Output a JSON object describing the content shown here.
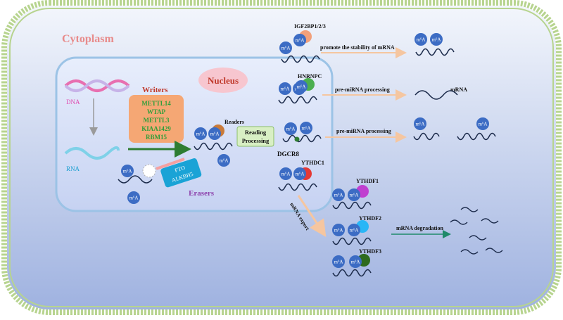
{
  "regions": {
    "cytoplasm": "Cytoplasm",
    "nucleus": "Nucleus"
  },
  "nucleus_panel": {
    "dna_label": "DNA",
    "rna_label": "RNA",
    "writers_title": "Writers",
    "writers": [
      "METTL14",
      "WTAP",
      "METTL3",
      "KIAA1429",
      "RBM15"
    ],
    "erasers_title": "Erasers",
    "erasers": [
      "FTO",
      "ALKBH5"
    ],
    "readers_label": "Readers",
    "reading_box": [
      "Reading",
      "Processing"
    ]
  },
  "modification": "m⁶A",
  "nuclear_readers": {
    "hnrnpc": "HNRNPC",
    "dgcr8": "DGCR8",
    "ythdc1": "YTHDC1"
  },
  "cytoplasmic_readers": {
    "igf2bp": "IGF2BP1/2/3",
    "ythdf1": "YTHDF1",
    "ythdf2": "YTHDF2",
    "ythdf3": "YTHDF3"
  },
  "process_labels": {
    "stability": "promote the stability of mRNA",
    "premirna_1": "pre-miRNA processing",
    "premirna_2": "pre-miRNA processing",
    "mrna": "mRNA",
    "export": "mRNA export",
    "degradation": "mRNA degradation"
  },
  "colors": {
    "membrane": "#b7d48f",
    "nucleus_border": "#9cc3e6",
    "writers_box": "#f5a774",
    "writers_text": "#2e9e3a",
    "writers_title": "#c0392b",
    "erasers_box": "#1aa3d6",
    "erasers_title": "#8e44ad",
    "reading_box": "#d8efc4",
    "m6a_ball": "#3c6cc4",
    "cytoplasm_title": "#e88b8b",
    "nucleus_title": "#c0392b",
    "arrow_peach": "#f5c6a0",
    "arrow_green": "#2e7d32",
    "hnrnpc_cap": "#4caf50",
    "ythdc1_cap": "#e53935",
    "ythdf1_cap": "#c040d0",
    "ythdf2_cap": "#29b6f6",
    "ythdf3_cap": "#2e6b1e",
    "igf2bp_cap": "#f2a07b"
  }
}
